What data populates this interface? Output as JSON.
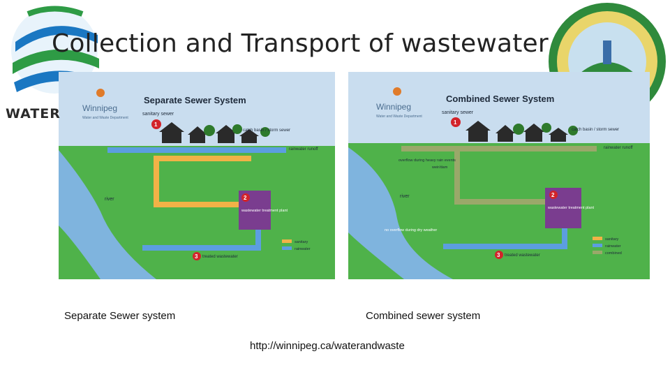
{
  "slide": {
    "title": "Collection and Transport of wastewater",
    "caption_left": "Separate Sewer system",
    "caption_right": "Combined sewer system",
    "source": "http://winnipeg.ca/waterandwaste",
    "logo_left_text": "WATER"
  },
  "separate": {
    "heading": "Separate Sewer System",
    "brand": "Winnipeg",
    "brand_sub": "Water and Waste Department",
    "sanitary_sewer": "sanitary sewer",
    "catch_basin": "catch basin / storm sewer",
    "rainwater_runoff": "rainwater runoff",
    "river": "river",
    "plant": "wastewater treatment plant",
    "treated": "treated wastewater",
    "legend": [
      "sanitary",
      "rainwater"
    ],
    "steps": [
      "1",
      "2",
      "3"
    ]
  },
  "combined": {
    "heading": "Combined Sewer System",
    "brand": "Winnipeg",
    "brand_sub": "Water and Waste Department",
    "sanitary_sewer": "sanitary sewer",
    "catch_basin": "catch basin / storm sewer",
    "rainwater_runoff": "rainwater runoff",
    "overflow": "overflow during heavy rain events",
    "weir": "weir/dam",
    "river": "river",
    "no_overflow": "no overflow during dry weather",
    "plant": "wastewater treatment plant",
    "treated": "treated wastewater",
    "legend": [
      "sanitary",
      "rainwater",
      "combined"
    ],
    "steps": [
      "1",
      "2",
      "3"
    ]
  },
  "colors": {
    "sky": "#c9ddef",
    "grass": "#4fb24a",
    "river": "#7fb4de",
    "sanitary": "#f2b247",
    "rainwater": "#5c9ee0",
    "combined": "#9aa86a",
    "plant": "#7a3d8f",
    "marker": "#d2232a"
  }
}
